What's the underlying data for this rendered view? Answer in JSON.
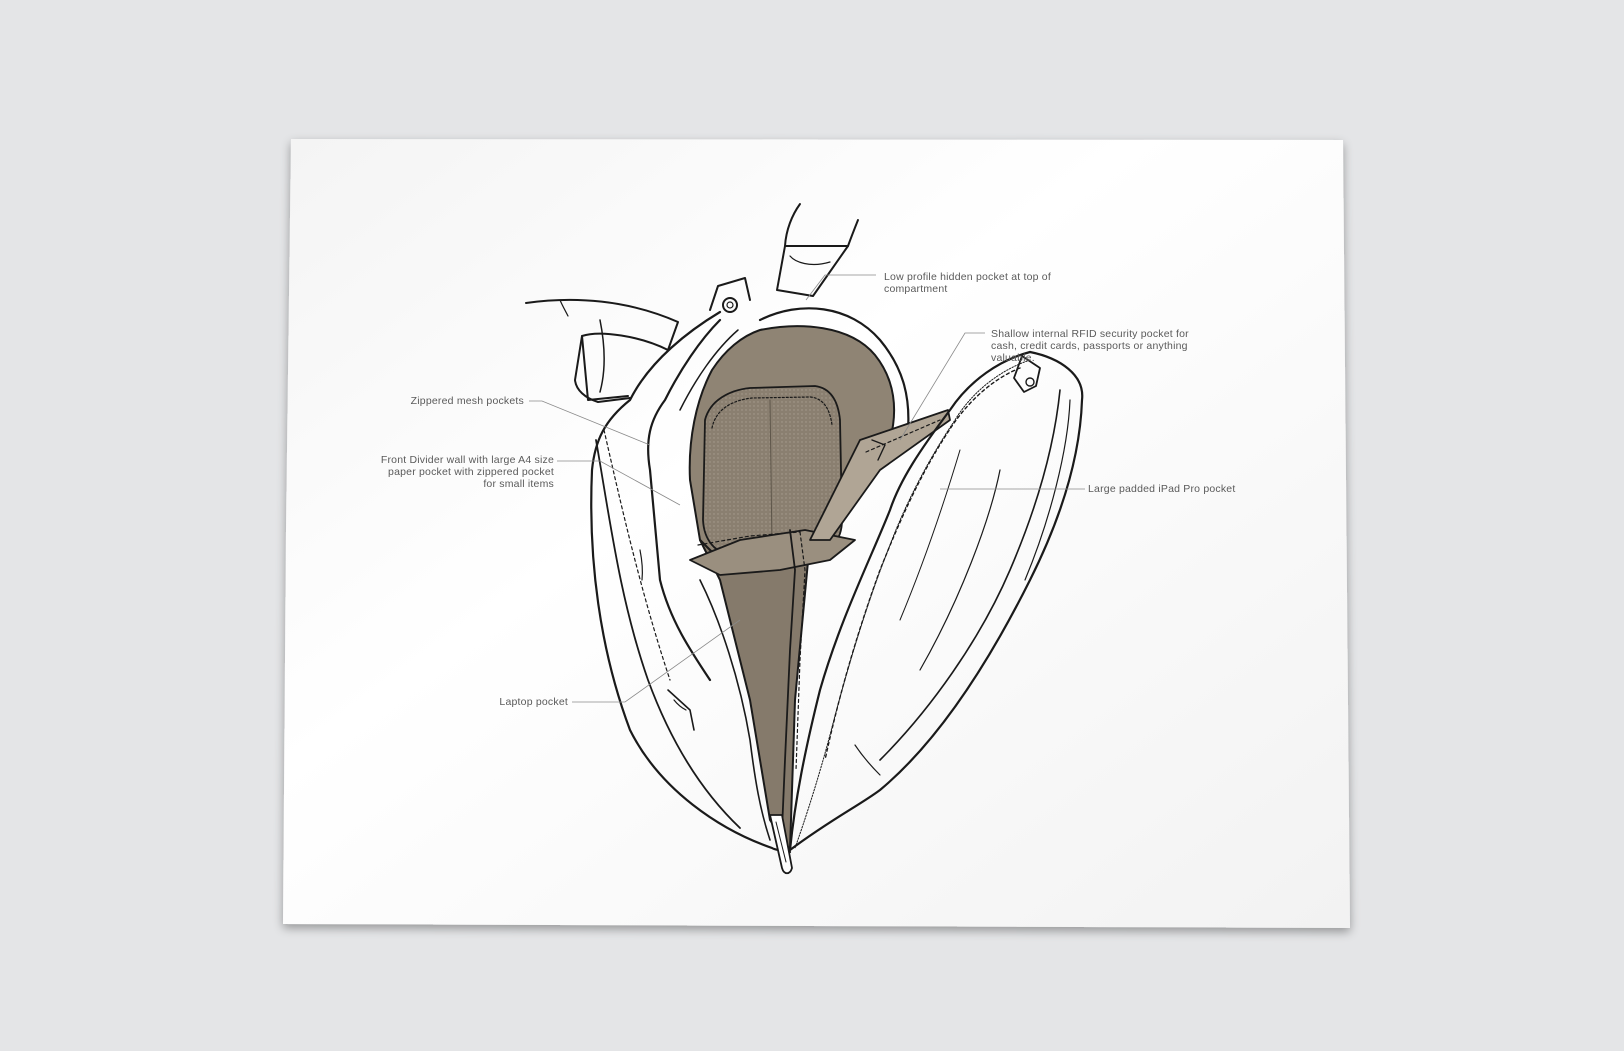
{
  "diagram": {
    "subject": "backpack-cutaway",
    "colors": {
      "background": "#e4e5e7",
      "paper": "#ffffff",
      "outline": "#1a1a1a",
      "lining": "#8f8474",
      "lining_dark": "#6e6557",
      "label_text": "#5a5a5a",
      "leader_line": "#8a8a8a"
    },
    "callouts": {
      "hidden_pocket": "Low profile hidden pocket at top of\ncompartment",
      "rfid_pocket": "Shallow internal RFID security pocket for\ncash, credit cards, passports or anything\nvaluable.",
      "mesh_pockets": "Zippered mesh pockets",
      "front_divider": "Front Divider wall with large A4 size\npaper pocket with zippered pocket\nfor small items",
      "ipad_pocket": "Large padded iPad Pro pocket",
      "laptop_pocket": "Laptop pocket"
    }
  }
}
